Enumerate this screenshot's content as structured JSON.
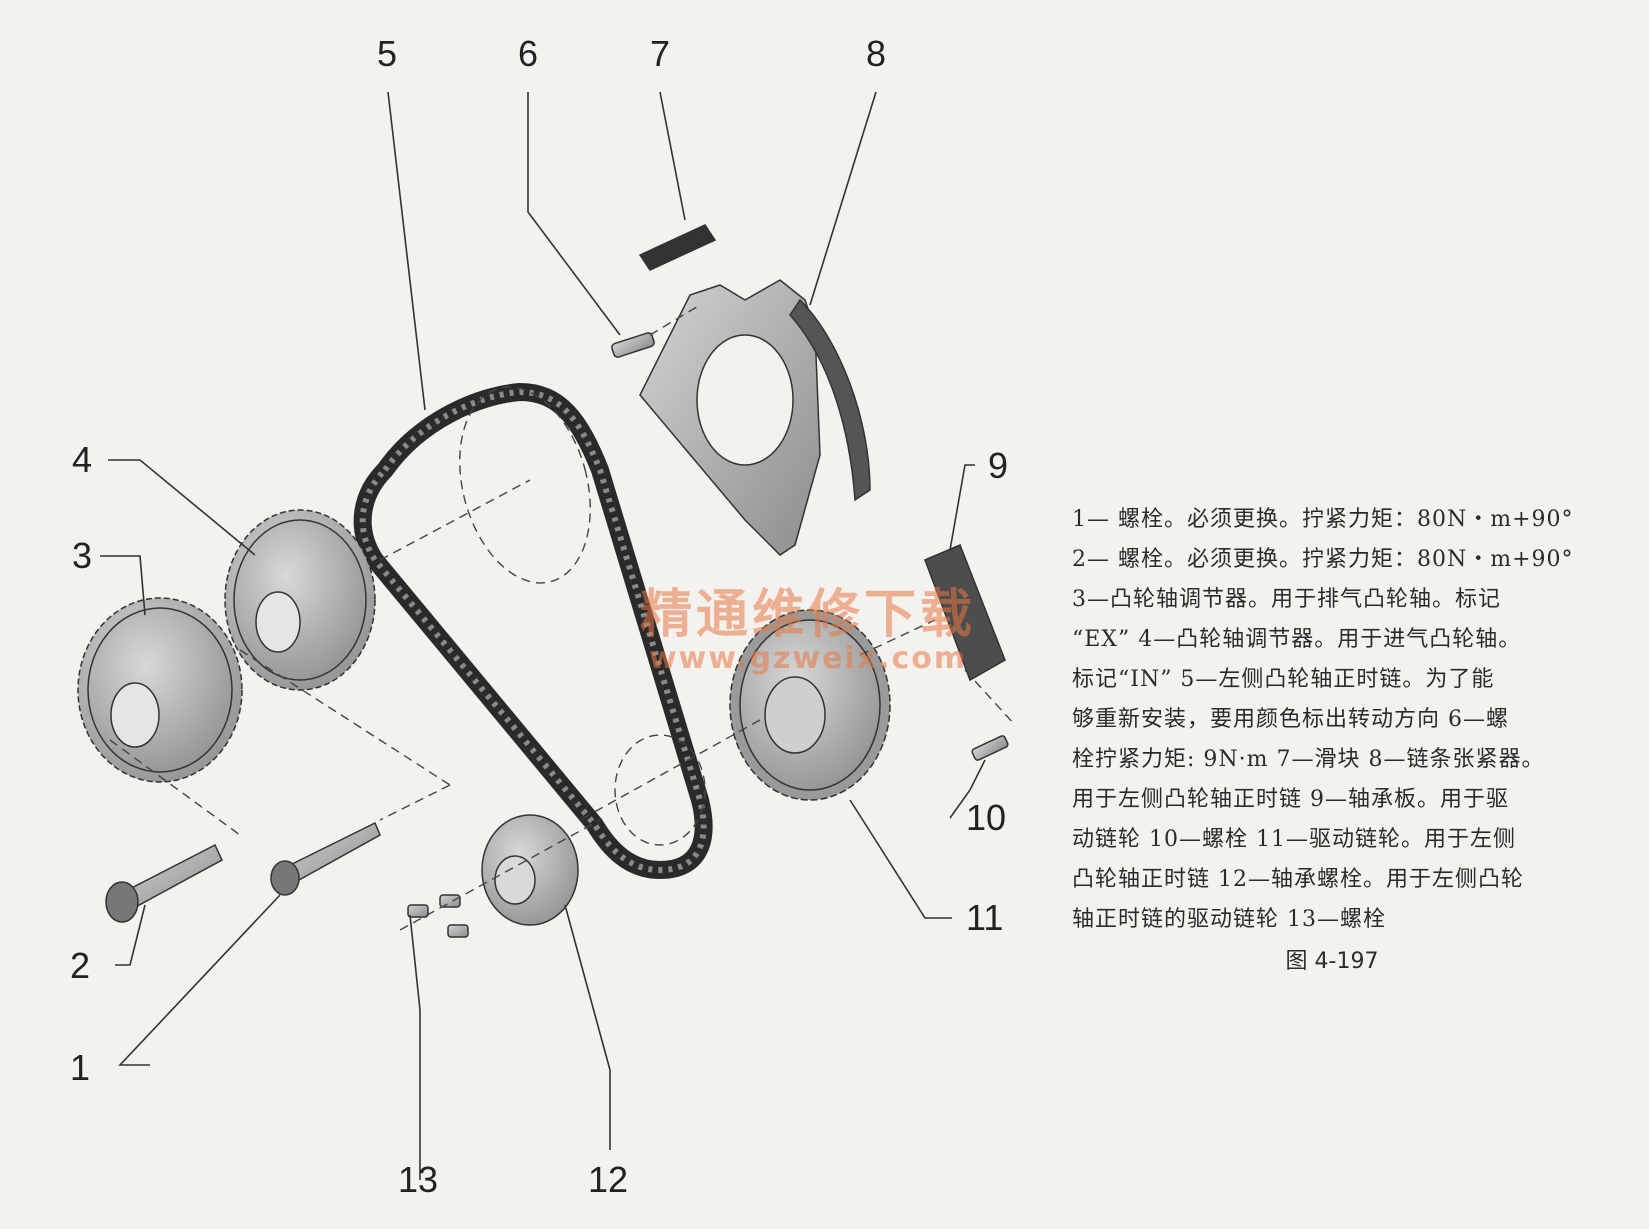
{
  "callouts": [
    "1",
    "2",
    "3",
    "4",
    "5",
    "6",
    "7",
    "8",
    "9",
    "10",
    "11",
    "12",
    "13"
  ],
  "legend": {
    "lines": [
      "1— 螺栓。必须更换。拧紧力矩：80N・m+90°",
      "2— 螺栓。必须更换。拧紧力矩：80N・m+90°",
      "3—凸轮轴调节器。用于排气凸轮轴。标记",
      "“EX”  4—凸轮轴调节器。用于进气凸轮轴。",
      "标记“IN”  5—左侧凸轮轴正时链。为了能",
      "够重新安装，要用颜色标出转动方向  6—螺",
      "栓拧紧力矩: 9N·m  7—滑块  8—链条张紧器。",
      "用于左侧凸轮轴正时链  9—轴承板。用于驱",
      "动链轮  10—螺栓  11—驱动链轮。用于左侧",
      "凸轮轴正时链  12—轴承螺栓。用于左侧凸轮",
      "轴正时链的驱动链轮  13—螺栓"
    ],
    "caption": "图 4-197"
  },
  "watermark": {
    "title": "精通维修下载",
    "url": "www.gzweix.com"
  },
  "colors": {
    "paper": "#f3f2ee",
    "part_fill": "#bdbdbd",
    "part_dark": "#7a7a7a",
    "watermark": "#e87846"
  }
}
